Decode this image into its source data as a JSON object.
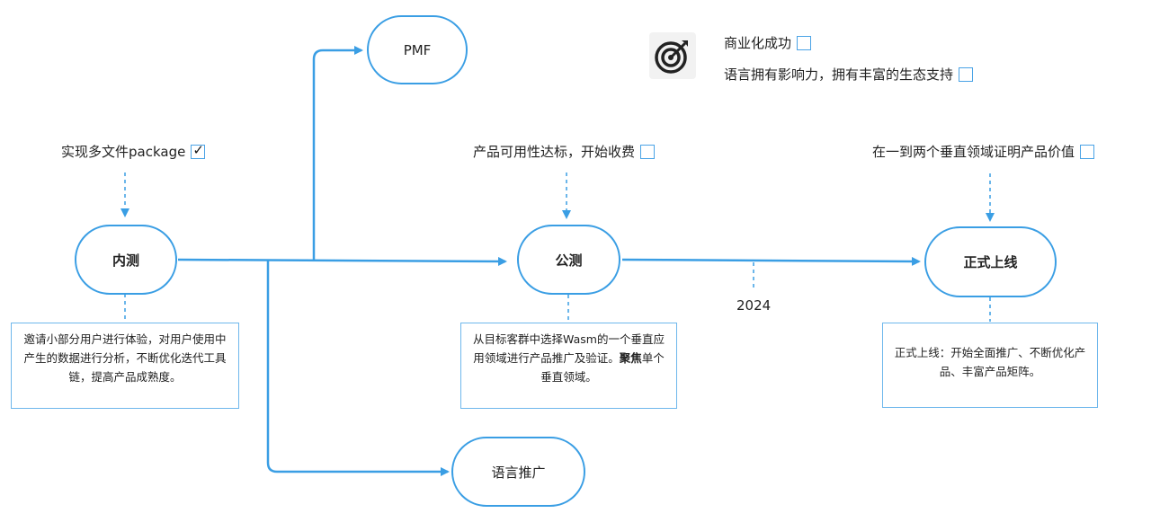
{
  "nodes": {
    "internal_test": "内测",
    "pmf": "PMF",
    "public_test": "公测",
    "language_promo": "语言推广",
    "official_launch": "正式上线"
  },
  "goals": {
    "multi_file_package": {
      "text": "实现多文件package",
      "checked": true
    },
    "usable_paid": {
      "text": "产品可用性达标，开始收费",
      "checked": false
    },
    "vertical_value": {
      "text": "在一到两个垂直领域证明产品价值",
      "checked": false
    },
    "commercial_success": {
      "text": "商业化成功",
      "checked": false
    },
    "ecosystem": {
      "text": "语言拥有影响力，拥有丰富的生态支持",
      "checked": false
    }
  },
  "notes": {
    "internal_test": "邀请小部分用户进行体验，对用户使用中产生的数据进行分析，不断优化迭代工具链，提高产品成熟度。",
    "public_test_part1": "从目标客群中选择Wasm的一个垂直应用领域进行产品推广及验证。",
    "public_test_bold": "聚焦",
    "public_test_part2": "单个垂直领域。",
    "official_launch": "正式上线：开始全面推广、不断优化产品、丰富产品矩阵。"
  },
  "timeline": {
    "year": "2024"
  },
  "icons": {
    "goal": "target-icon"
  },
  "colors": {
    "line": "#3a9ee4",
    "border": "#6eb7ec"
  }
}
